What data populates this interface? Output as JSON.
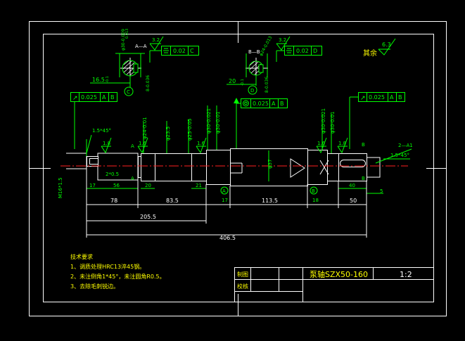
{
  "drawing": {
    "roughness_top": {
      "value": "6.3",
      "note": "其余"
    },
    "section_a": {
      "label": "A—A",
      "diameter": "φ30-0.009",
      "dia_tol": "0.013",
      "keyway_depth": "16.5",
      "keyway_tol": "-0.1",
      "keyway_width": "8-0.036",
      "roughness": "3.2",
      "symmetry": "0.02",
      "datum": "C",
      "datum_letter": "C"
    },
    "section_b": {
      "label": "B—B",
      "diameter": "φ24-0.013",
      "depth": "20",
      "depth_tol": "-0.1",
      "width": "8-0.036",
      "roughness": "3.2",
      "symmetry": "0.02",
      "datum": "D",
      "datum_letter": "D"
    },
    "runout_left": {
      "symbol": "↗",
      "value": "0.025",
      "datums": "A B"
    },
    "runout_mid": {
      "symbol": "◎",
      "value": "0.025",
      "datums": "A B"
    },
    "runout_right": {
      "symbol": "↗",
      "value": "0.025",
      "datums": "A B"
    },
    "diameters": [
      "φ24-0.01",
      "φ23.5",
      "φ25-0.05",
      "φ30-0.021",
      "φ30-0.01",
      "φ37",
      "φ30-0.021",
      "φ30-0.01"
    ],
    "chamfers": {
      "left": "1.5*45°",
      "right": "1.5*45°",
      "center_hole": "2—A1"
    },
    "thread": "M16*1.5",
    "groove": "2*0.5",
    "small_dims": [
      "17",
      "56",
      "20",
      "21",
      "17",
      "18",
      "40",
      "5"
    ],
    "roughness_marks": [
      "1.8",
      "1.6",
      "1.6",
      "1.6",
      "1.8"
    ],
    "datum_marks": [
      "A",
      "A",
      "B",
      "B",
      "B"
    ],
    "circle_marks": [
      "A",
      "B"
    ],
    "chain_dims": [
      "78",
      "83.5",
      "113.5",
      "50"
    ],
    "overall_dims": [
      "205.5",
      "406.5"
    ],
    "notes": {
      "heading": "技术要求",
      "items": [
        "1、调质处理HRC13淬45钢。",
        "2、未注倒角1*45°，未注圆角R0.5。",
        "3、去除毛刺锐边。"
      ]
    },
    "title_block": {
      "drawn_label": "制图",
      "check_label": "校核",
      "part_name": "泵轴SZX50-160",
      "scale": "1:2"
    }
  }
}
